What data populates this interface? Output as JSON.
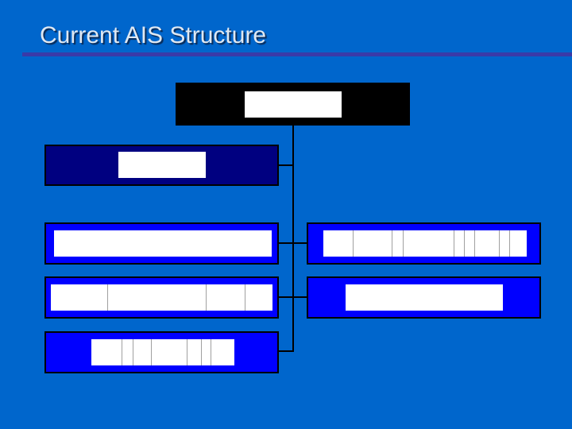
{
  "slide": {
    "title": "Current AIS Structure",
    "background_color": "#0066cc",
    "rule_color": "#3a3aa8"
  },
  "diagram": {
    "type": "org-chart",
    "box_colors": {
      "root": "#000000",
      "dark": "#000080",
      "mid": "#0000ff",
      "label": "#ffffff"
    },
    "nodes": [
      {
        "id": "root",
        "text": "",
        "style": "root"
      },
      {
        "id": "staff",
        "text": "",
        "style": "dark",
        "parent": "root"
      },
      {
        "id": "left-1",
        "text": "",
        "style": "mid",
        "parent": "root"
      },
      {
        "id": "left-2",
        "text": "",
        "style": "mid",
        "parent": "root"
      },
      {
        "id": "left-3",
        "text": "",
        "style": "mid",
        "parent": "root"
      },
      {
        "id": "right-1",
        "text": "",
        "style": "mid",
        "parent": "root"
      },
      {
        "id": "right-2",
        "text": "",
        "style": "mid",
        "parent": "root"
      }
    ]
  }
}
